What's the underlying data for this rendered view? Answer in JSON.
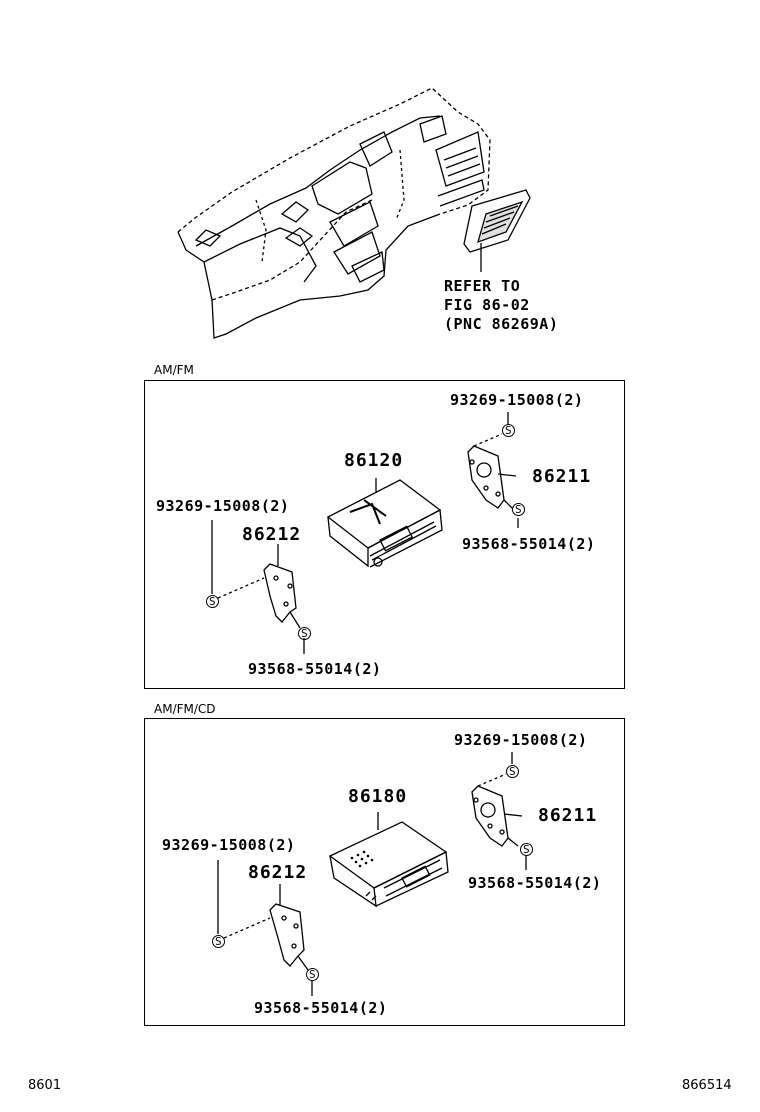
{
  "refer_note": {
    "line1": "REFER TO",
    "line2": "FIG 86-02",
    "line3": "(PNC 86269A)"
  },
  "sections": [
    {
      "title": "AM/FM",
      "radio": "86120",
      "right_bracket": "86211",
      "left_bracket": "86212",
      "right_screw_top": "93269-15008(2)",
      "right_screw_bottom": "93568-55014(2)",
      "left_screw_top": "93269-15008(2)",
      "left_screw_bottom": "93568-55014(2)"
    },
    {
      "title": "AM/FM/CD",
      "radio": "86180",
      "right_bracket": "86211",
      "left_bracket": "86212",
      "right_screw_top": "93269-15008(2)",
      "right_screw_bottom": "93568-55014(2)",
      "left_screw_top": "93269-15008(2)",
      "left_screw_bottom": "93568-55014(2)"
    }
  ],
  "screw_symbol": "S",
  "footer": {
    "left": "8601",
    "right": "866514"
  }
}
